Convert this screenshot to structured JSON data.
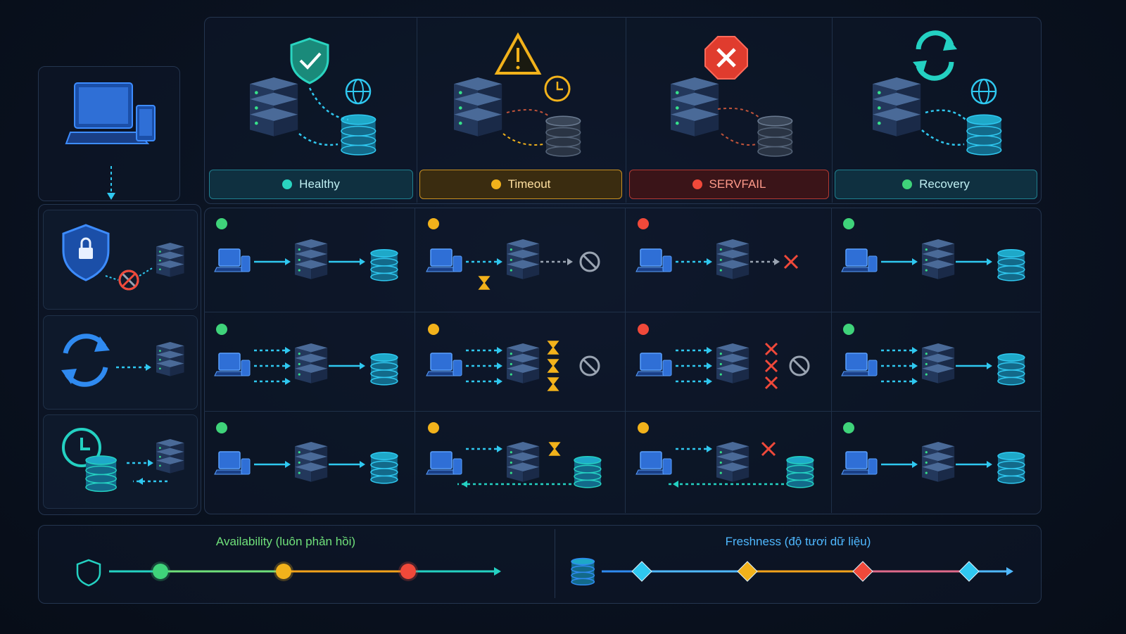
{
  "colors": {
    "healthy": "#3fd37a",
    "timeout": "#f2b21b",
    "servfail": "#f0493a",
    "recovery": "#3fd37a",
    "flow": "#2fc8f0",
    "teal": "#24d1c2"
  },
  "columns": [
    {
      "key": "healthy",
      "label": "Healthy",
      "dot": "#2ad4c0",
      "bg": "#0f3040",
      "border": "#1f7f8f",
      "text": "#bfeff2",
      "icon": "shield-check-icon"
    },
    {
      "key": "timeout",
      "label": "Timeout",
      "dot": "#f2b21b",
      "bg": "#3a2c10",
      "border": "#c89022",
      "text": "#ffe0a0",
      "icon": "warning-icon"
    },
    {
      "key": "servfail",
      "label": "SERVFAIL",
      "dot": "#f0493a",
      "bg": "#3a1418",
      "border": "#b23a33",
      "text": "#ff9a8a",
      "icon": "error-icon"
    },
    {
      "key": "recovery",
      "label": "Recovery",
      "dot": "#3fd37a",
      "bg": "#0f3040",
      "border": "#1f7f8f",
      "text": "#bfeff2",
      "icon": "refresh-icon"
    }
  ],
  "rows": [
    {
      "key": "security",
      "icon": "lock-shield-icon"
    },
    {
      "key": "retry",
      "icon": "sync-icon"
    },
    {
      "key": "cache",
      "icon": "clock-database-icon"
    }
  ],
  "legend": {
    "availability_title": "Availability (luôn phản hồi)",
    "freshness_title": "Freshness (độ tươi dữ liệu)"
  }
}
